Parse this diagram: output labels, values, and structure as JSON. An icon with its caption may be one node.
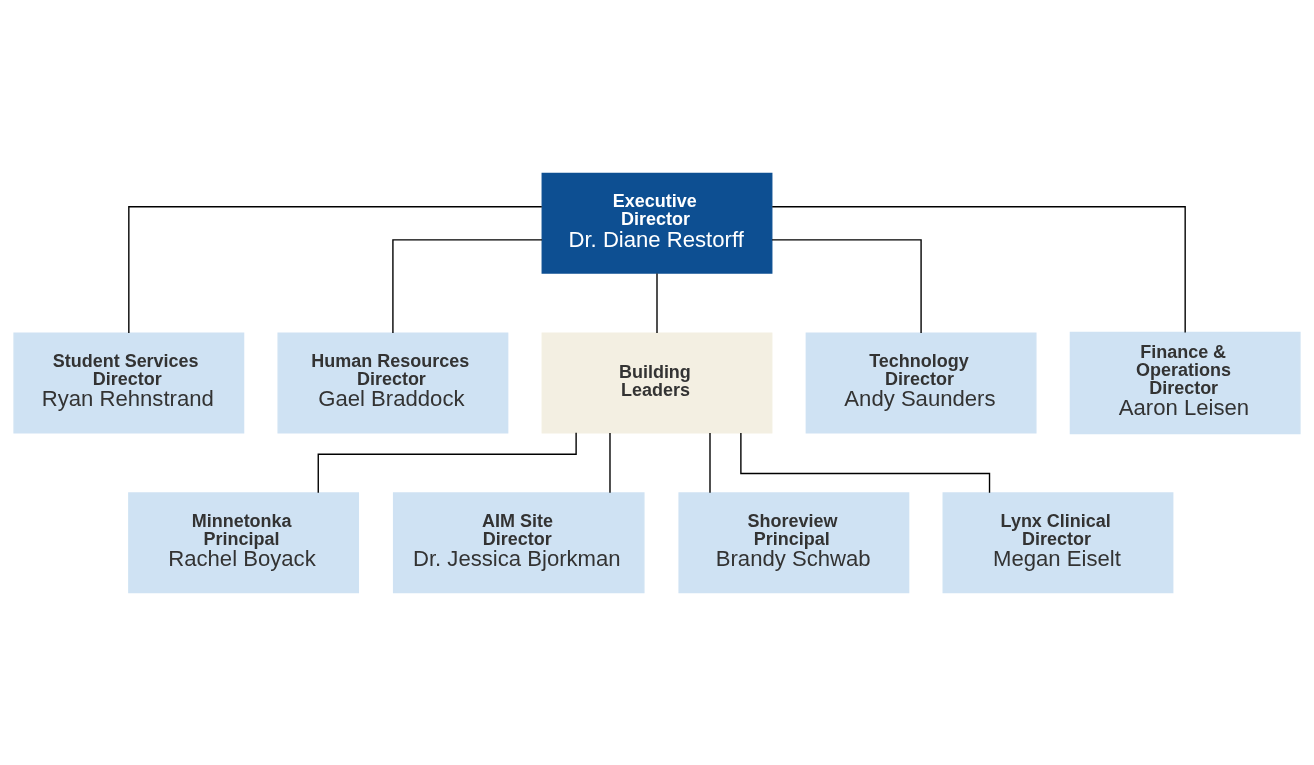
{
  "diagram": {
    "nodes": [
      {
        "text": [
          "Executive Director",
          "Dr. Diane Restorff"
        ]
      },
      {
        "text": [
          "Student Services Director",
          "Ryan Rehnstrand"
        ]
      },
      {
        "text": [
          "Human Resources Director",
          "Gael Braddock"
        ]
      },
      {
        "text": [
          "Building Leaders"
        ]
      },
      {
        "text": [
          "Technology Director",
          "Andy Saunders"
        ]
      },
      {
        "text": [
          "Finance & Operations Director",
          "Aaron Leisen"
        ]
      },
      {
        "text": [
          "Minnetonka Principal",
          "Rachel Boyack"
        ]
      },
      {
        "text": [
          "AIM Site Director",
          "Dr. Jessica Bjorkman"
        ]
      },
      {
        "text": [
          "Shoreview Principal",
          "Brandy Schwab"
        ]
      },
      {
        "text": [
          "Lynx Clinical Director",
          "Megan Eiselt"
        ]
      }
    ],
    "edges": [
      {
        "from": 0,
        "to": 1,
        "arrow": "none"
      },
      {
        "from": 0,
        "to": 2,
        "arrow": "none"
      },
      {
        "from": 0,
        "to": 3,
        "arrow": "none"
      },
      {
        "from": 0,
        "to": 4,
        "arrow": "none"
      },
      {
        "from": 0,
        "to": 5,
        "arrow": "none"
      },
      {
        "from": 3,
        "to": 6,
        "arrow": "none"
      },
      {
        "from": 3,
        "to": 7,
        "arrow": "none"
      },
      {
        "from": 3,
        "to": 8,
        "arrow": "none"
      },
      {
        "from": 3,
        "to": 9,
        "arrow": "none"
      }
    ]
  }
}
